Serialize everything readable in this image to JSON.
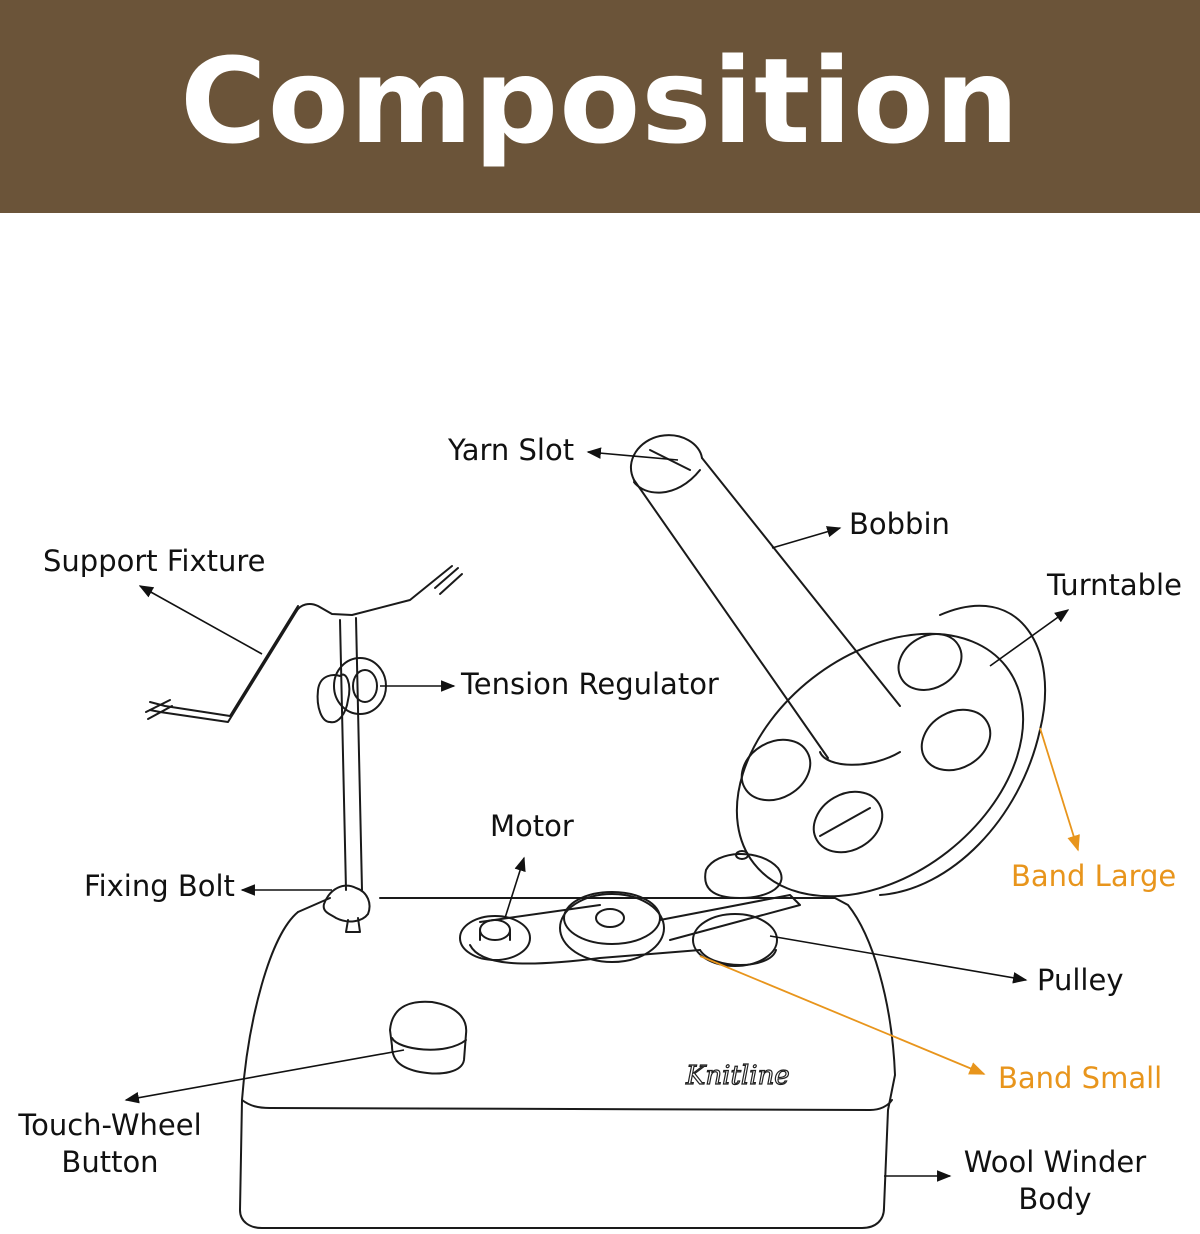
{
  "title": "Composition",
  "colors": {
    "banner": "#6b5439",
    "title_text": "#ffffff",
    "label_text": "#111111",
    "band_accent": "#e8951c"
  },
  "labels": {
    "yarn_slot": "Yarn Slot",
    "bobbin": "Bobbin",
    "turntable": "Turntable",
    "support_fixture": "Support Fixture",
    "tension_regulator": "Tension Regulator",
    "motor": "Motor",
    "fixing_bolt": "Fixing Bolt",
    "band_large": "Band Large",
    "pulley": "Pulley",
    "band_small": "Band Small",
    "touch_wheel_line1": "Touch-Wheel",
    "touch_wheel_line2": "Button",
    "wool_winder_line1": "Wool Winder",
    "wool_winder_line2": "Body"
  },
  "brand_mark": "Knitline"
}
